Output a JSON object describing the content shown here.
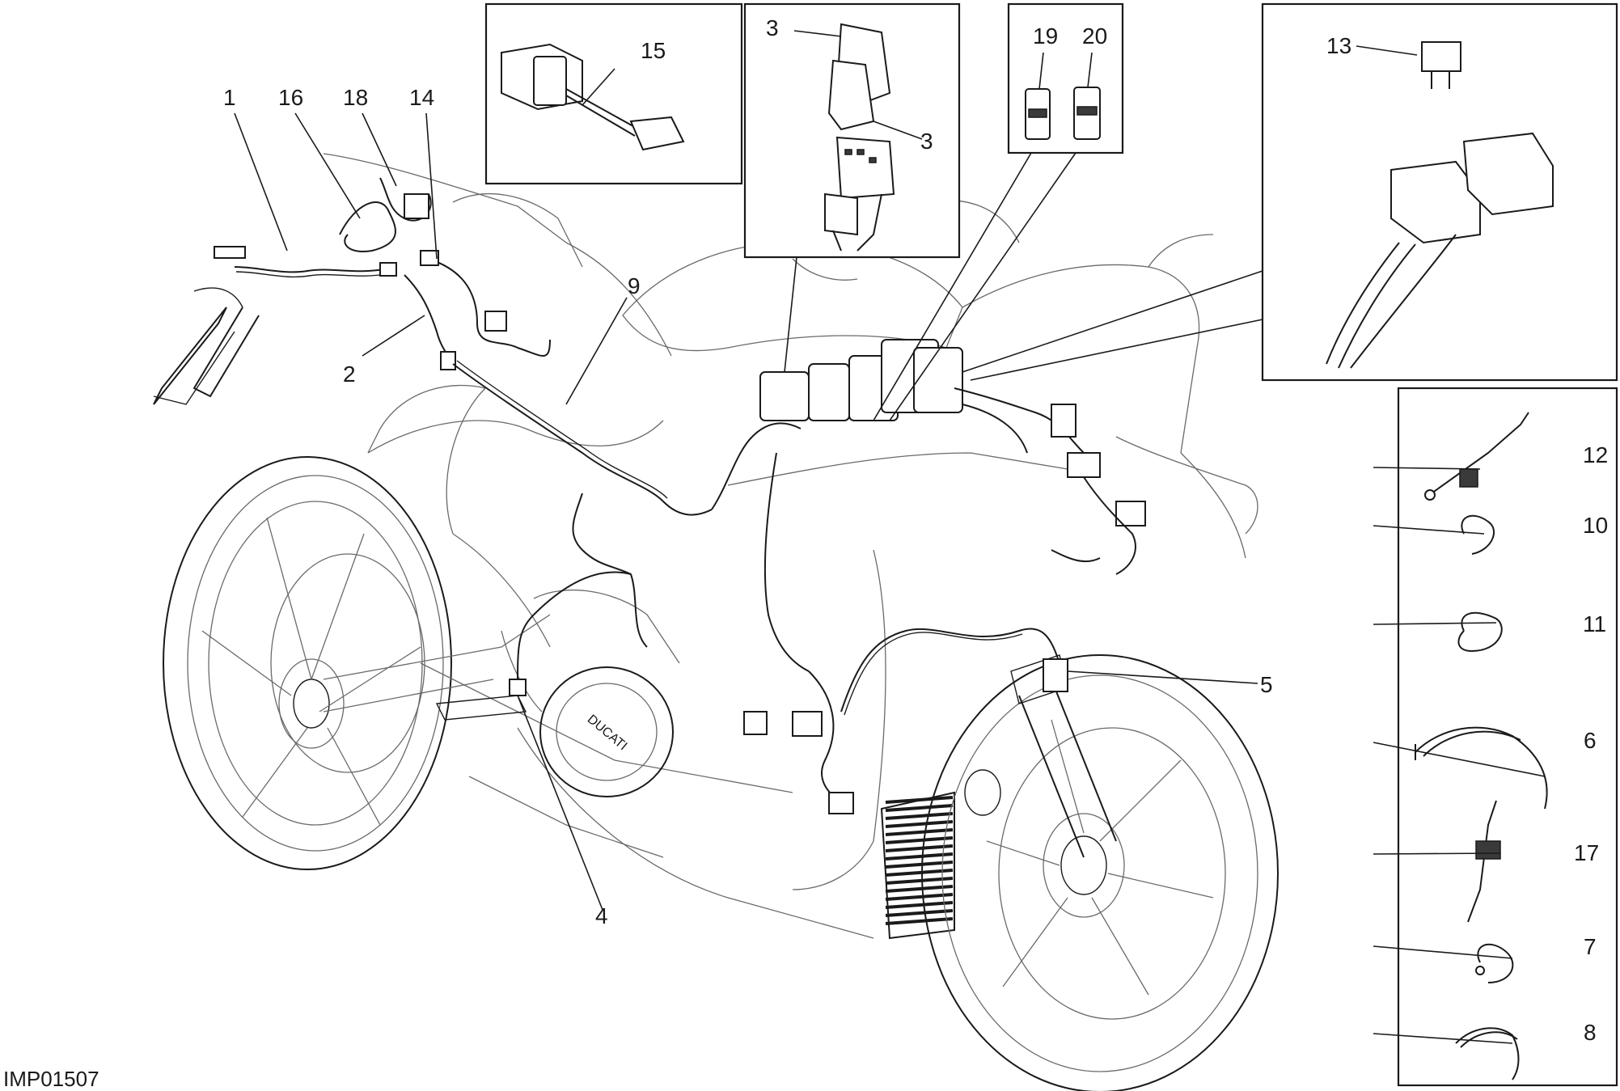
{
  "drawing_code": "IMP01507",
  "callouts": {
    "c1": "1",
    "c2": "2",
    "c3a": "3",
    "c3b": "3",
    "c4": "4",
    "c5": "5",
    "c6": "6",
    "c7": "7",
    "c8": "8",
    "c9": "9",
    "c10": "10",
    "c11": "11",
    "c12": "12",
    "c13": "13",
    "c14": "14",
    "c15": "15",
    "c16": "16",
    "c17": "17",
    "c18": "18",
    "c19": "19",
    "c20": "20"
  },
  "brand_marks": {
    "engine_cover": "DUCATI"
  }
}
